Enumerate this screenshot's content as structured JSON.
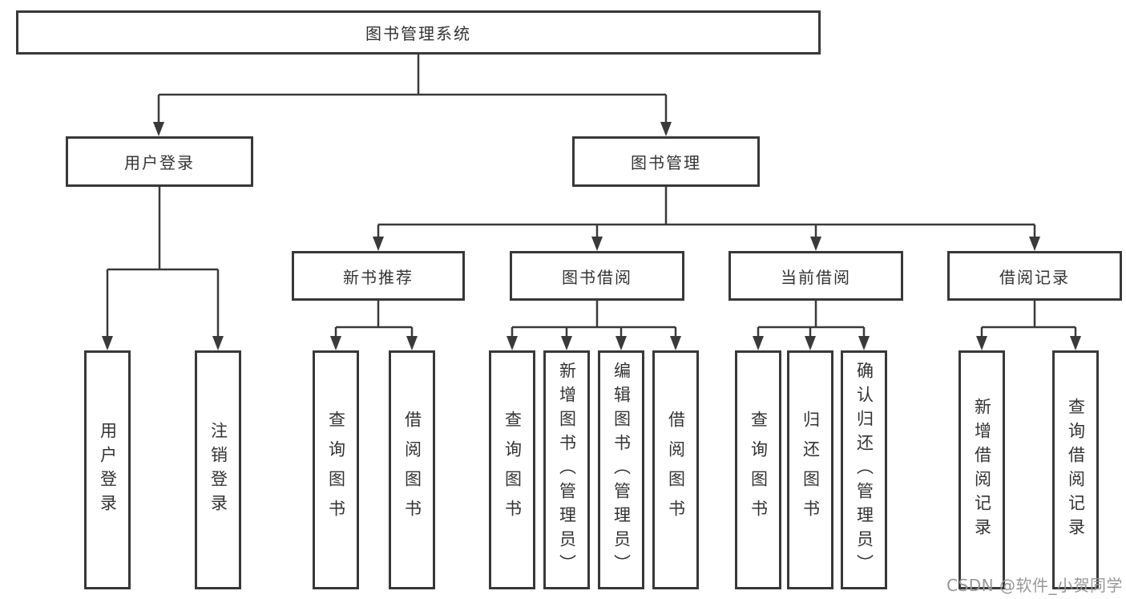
{
  "colors": {
    "background": "#ffffff",
    "line": "#3a3a3a",
    "box_border": "#383838",
    "text": "#333333",
    "watermark": "#979797"
  },
  "watermark": {
    "text": "CSDN @软件_小贺同学"
  },
  "tree": {
    "root": "图书管理系统",
    "branches": [
      {
        "label": "用户登录",
        "children": [
          "用户登录",
          "注销登录"
        ]
      },
      {
        "label": "图书管理",
        "groups": [
          {
            "label": "新书推荐",
            "children": [
              "查询图书",
              "借阅图书"
            ]
          },
          {
            "label": "图书借阅",
            "children": [
              "查询图书",
              "新增图书（管理员）",
              "编辑图书（管理员）",
              "借阅图书"
            ]
          },
          {
            "label": "当前借阅",
            "children": [
              "查询图书",
              "归还图书",
              "确认归还（管理员）"
            ]
          },
          {
            "label": "借阅记录",
            "children": [
              "新增借阅记录",
              "查询借阅记录"
            ]
          }
        ]
      }
    ]
  }
}
